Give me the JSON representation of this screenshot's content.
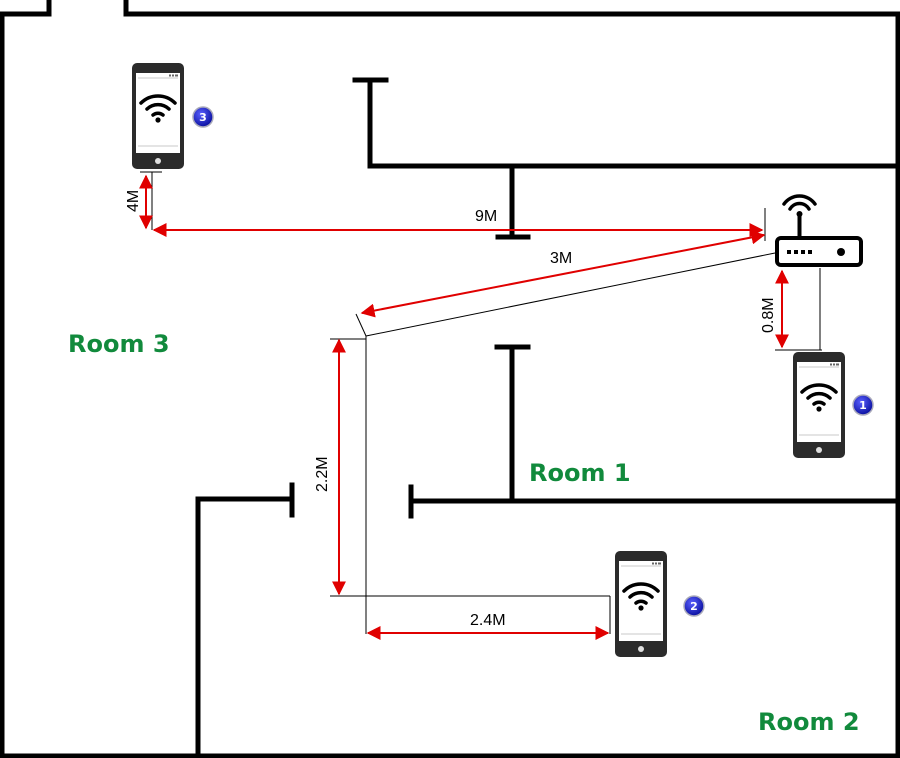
{
  "rooms": {
    "room1": "Room 1",
    "room2": "Room 2",
    "room3": "Room 3"
  },
  "measurements": {
    "router_to_phone1": "0.8M",
    "router_to_phone3_horizontal": "9M",
    "phone3_vertical": "4M",
    "router_diagonal": "3M",
    "vertical_to_room2": "2.2M",
    "horizontal_to_phone2": "2.4M"
  },
  "devices": {
    "phone1_badge": "1",
    "phone2_badge": "2",
    "phone3_badge": "3"
  },
  "colors": {
    "wall": "#000000",
    "arrow": "#e00000",
    "room_label": "#118a3c",
    "badge": "#1d22c8",
    "phone_body": "#2b2b2b"
  },
  "icons": [
    "wifi-icon",
    "router-icon",
    "phone-icon"
  ]
}
